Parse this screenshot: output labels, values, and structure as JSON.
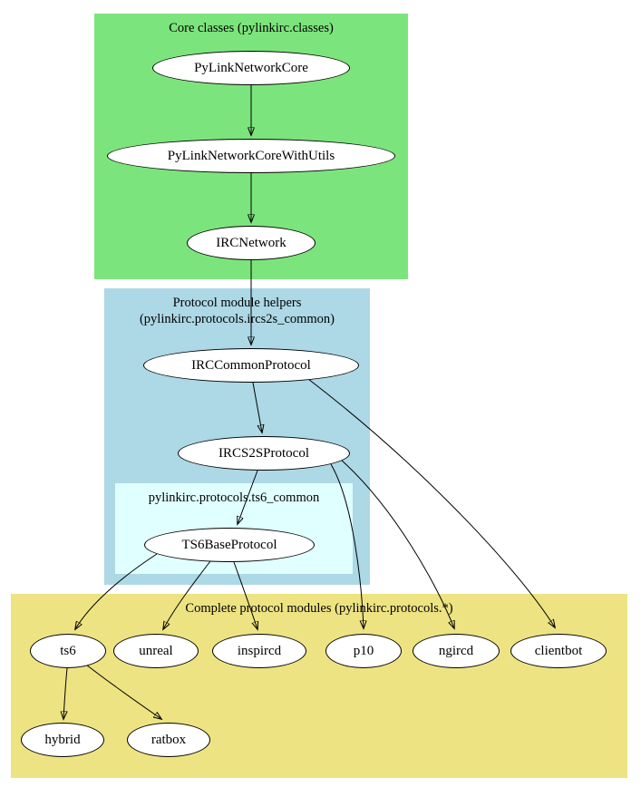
{
  "clusters": {
    "core": {
      "title": "Core classes (pylinkirc.classes)",
      "color": "#7ce47c"
    },
    "helpers": {
      "title_line1": "Protocol module helpers",
      "title_line2": "(pylinkirc.protocols.ircs2s_common)",
      "color": "#add8e6"
    },
    "ts6_common": {
      "title": "pylinkirc.protocols.ts6_common",
      "color": "#e0ffff"
    },
    "complete": {
      "title": "Complete protocol modules (pylinkirc.protocols.*)",
      "color": "#ede382"
    }
  },
  "nodes": {
    "pylink_network_core": {
      "label": "PyLinkNetworkCore"
    },
    "pylink_network_core_with_utils": {
      "label": "PyLinkNetworkCoreWithUtils"
    },
    "irc_network": {
      "label": "IRCNetwork"
    },
    "irc_common_protocol": {
      "label": "IRCCommonProtocol"
    },
    "ircs2s_protocol": {
      "label": "IRCS2SProtocol"
    },
    "ts6_base_protocol": {
      "label": "TS6BaseProtocol"
    },
    "ts6": {
      "label": "ts6"
    },
    "unreal": {
      "label": "unreal"
    },
    "inspircd": {
      "label": "inspircd"
    },
    "p10": {
      "label": "p10"
    },
    "ngircd": {
      "label": "ngircd"
    },
    "clientbot": {
      "label": "clientbot"
    },
    "hybrid": {
      "label": "hybrid"
    },
    "ratbox": {
      "label": "ratbox"
    }
  },
  "edges": [
    {
      "from": "PyLinkNetworkCore",
      "to": "PyLinkNetworkCoreWithUtils"
    },
    {
      "from": "PyLinkNetworkCoreWithUtils",
      "to": "IRCNetwork"
    },
    {
      "from": "IRCNetwork",
      "to": "IRCCommonProtocol"
    },
    {
      "from": "IRCCommonProtocol",
      "to": "IRCS2SProtocol"
    },
    {
      "from": "IRCS2SProtocol",
      "to": "TS6BaseProtocol"
    },
    {
      "from": "TS6BaseProtocol",
      "to": "ts6"
    },
    {
      "from": "TS6BaseProtocol",
      "to": "unreal"
    },
    {
      "from": "TS6BaseProtocol",
      "to": "inspircd"
    },
    {
      "from": "IRCS2SProtocol",
      "to": "p10"
    },
    {
      "from": "IRCS2SProtocol",
      "to": "ngircd"
    },
    {
      "from": "IRCCommonProtocol",
      "to": "clientbot"
    },
    {
      "from": "ts6",
      "to": "hybrid"
    },
    {
      "from": "ts6",
      "to": "ratbox"
    }
  ]
}
